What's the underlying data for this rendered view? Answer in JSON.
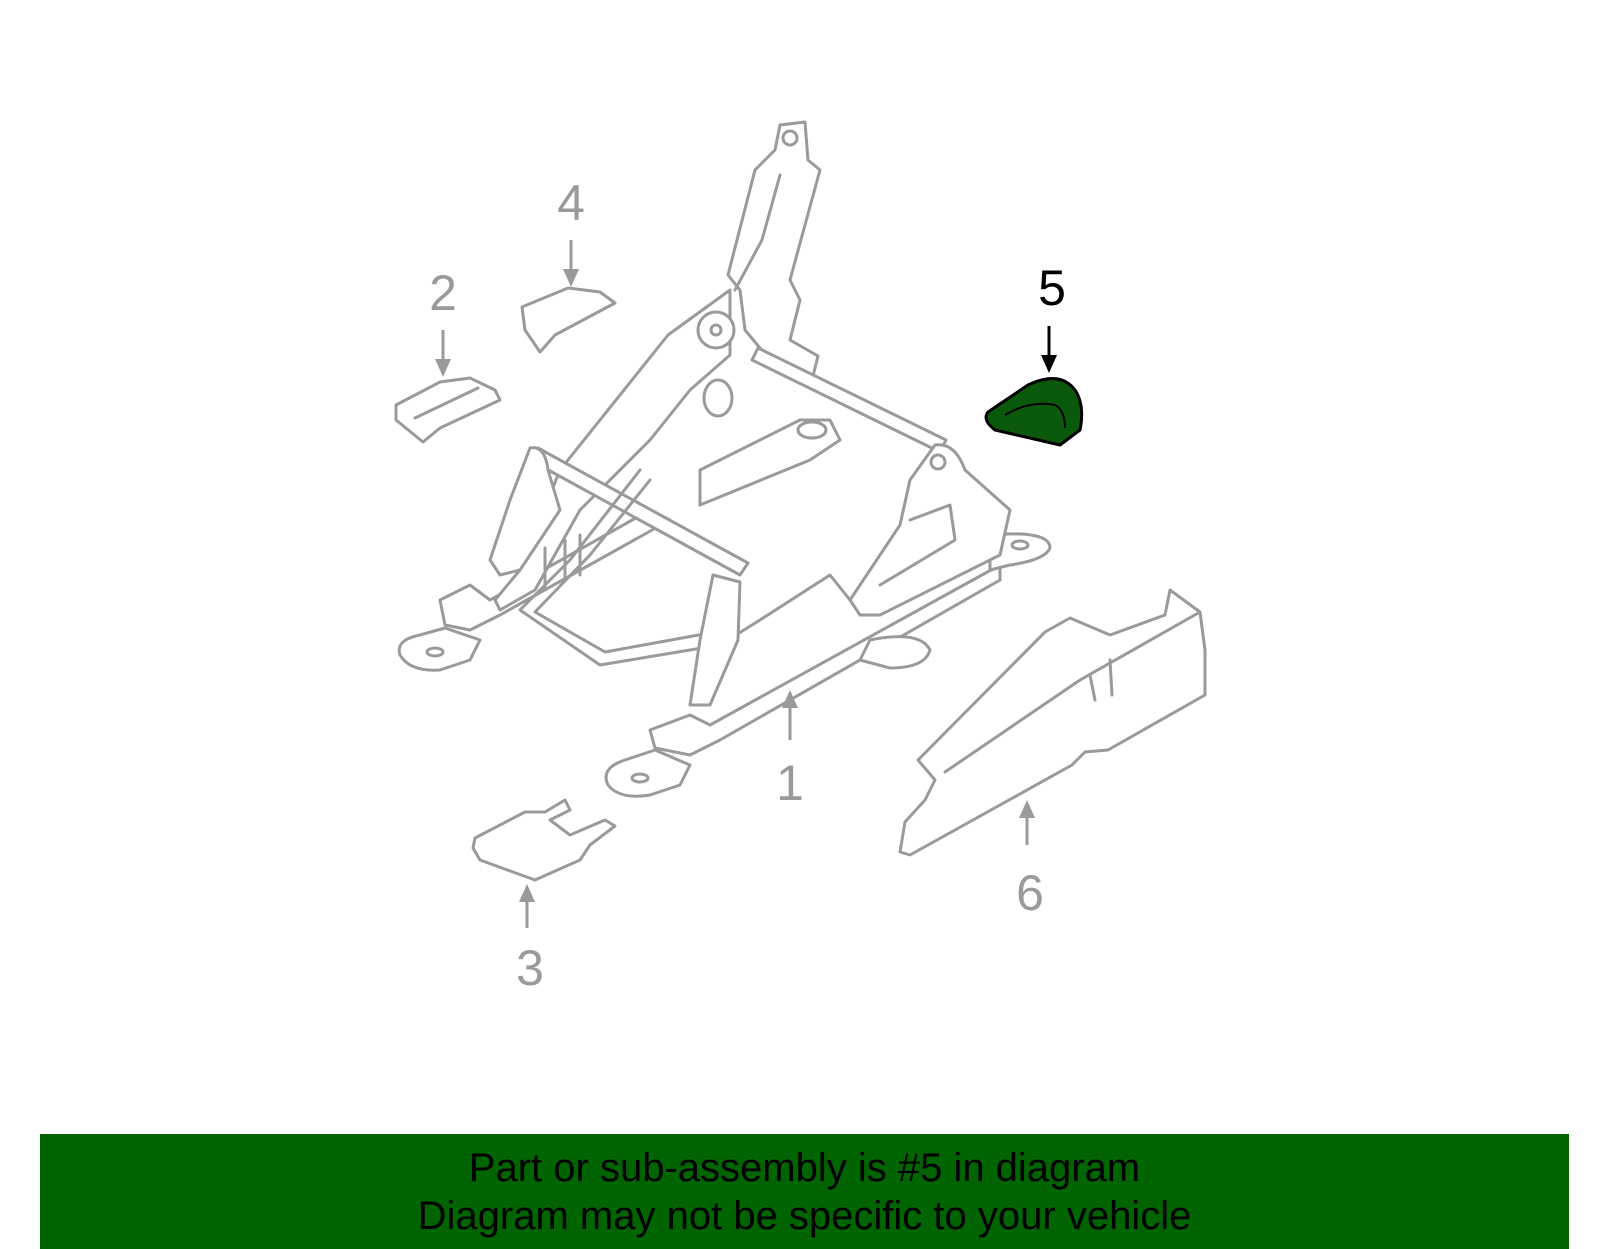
{
  "callouts": {
    "c1": "1",
    "c2": "2",
    "c3": "3",
    "c4": "4",
    "c5": "5",
    "c6": "6"
  },
  "highlight_part": "5",
  "banner": {
    "line1": "Part or sub-assembly is #5 in diagram",
    "line2": "Diagram may not be specific to your vehicle"
  },
  "colors": {
    "banner_bg": "#006400",
    "highlight_fill": "#0b5a0b",
    "outline": "#9a9a9a",
    "highlight_text": "#000000"
  }
}
